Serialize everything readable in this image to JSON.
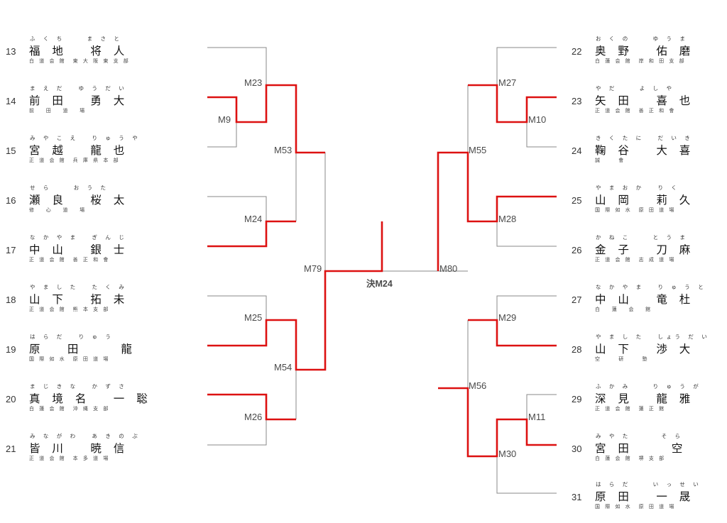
{
  "colors": {
    "win_line": "#dd1111",
    "base_line": "#888888",
    "text": "#222222"
  },
  "left_players": [
    {
      "seed": "13",
      "furigana": "ふ く ち　　 ま さ と",
      "name": "福 地　 将 人",
      "affiliation": "白 道 会 館　東 大 阪 東 支 部"
    },
    {
      "seed": "14",
      "furigana": "ま え だ　 ゆ う だ い",
      "name": "前 田　 勇 大",
      "affiliation": "前　 田　 道　 場"
    },
    {
      "seed": "15",
      "furigana": "み や こ え　 り ゅ う や",
      "name": "宮 越　 龍 也",
      "affiliation": "正 道 会 館　兵 庫 県 本 部"
    },
    {
      "seed": "16",
      "furigana": "せ ら　　 お う た",
      "name": "瀬 良　 桜 太",
      "affiliation": "修　 心　 道　 場"
    },
    {
      "seed": "17",
      "furigana": "な か や ま　 ぎ ん じ",
      "name": "中 山　 銀 士",
      "affiliation": "正 道 会 館　善 正 和 會"
    },
    {
      "seed": "18",
      "furigana": "や ま し た　 た く み",
      "name": "山 下　 拓 未",
      "affiliation": "正 道 会 館　熊 本 支 部"
    },
    {
      "seed": "19",
      "furigana": "は ら だ　 り ゅ う",
      "name": "原　 田　　 龍",
      "affiliation": "国 際 如 水　原 田 道 場"
    },
    {
      "seed": "20",
      "furigana": "ま じ き な　 か ず さ",
      "name": "真 境 名　 一 聡",
      "affiliation": "白 蓮 会 館　沖 縄 支 部"
    },
    {
      "seed": "21",
      "furigana": "み な が わ　 あ き の ぶ",
      "name": "皆 川　 暁 信",
      "affiliation": "正 道 会 館　本 多 道 場"
    }
  ],
  "right_players": [
    {
      "seed": "22",
      "furigana": "お く の　　 ゆ う ま",
      "name": "奥 野　 佑 磨",
      "affiliation": "白 蓮 会 館　岸 和 田 支 部"
    },
    {
      "seed": "23",
      "furigana": "や だ　　 よ し や",
      "name": "矢 田　 喜 也",
      "affiliation": "正 道 会 館　善 正 和 會"
    },
    {
      "seed": "24",
      "furigana": "き く た に　 だ い き",
      "name": "鞠 谷　 大 喜",
      "affiliation": "誠　　 會"
    },
    {
      "seed": "25",
      "furigana": "や ま お か　 り く",
      "name": "山 岡　 莉 久",
      "affiliation": "国 際 如 水　原 田 道 場"
    },
    {
      "seed": "26",
      "furigana": "か ね こ　　 と う ま",
      "name": "金 子　 刀 麻",
      "affiliation": "正 道 会 館　志 成 道 場"
    },
    {
      "seed": "27",
      "furigana": "な か や ま　 り ゅ う と",
      "name": "中 山　 竜 杜",
      "affiliation": "白　 蓮　 会　 館"
    },
    {
      "seed": "28",
      "furigana": "や ま し た　 しょう だ い",
      "name": "山 下　 渉 大",
      "affiliation": "空　　 研　　 塾"
    },
    {
      "seed": "29",
      "furigana": "ふ か み　　 り ゅ う が",
      "name": "深 見　 龍 雅",
      "affiliation": "正 道 会 館　蓮 正 館"
    },
    {
      "seed": "30",
      "furigana": "み や た　　　 そ ら",
      "name": "宮 田　　 空",
      "affiliation": "白 蓮 会 館　堺 支 部"
    },
    {
      "seed": "31",
      "furigana": "は ら だ　　 い っ せ い",
      "name": "原 田　 一 晟",
      "affiliation": "国 際 如 水　原 田 道 場"
    }
  ],
  "matches": {
    "m9": "M9",
    "m10": "M10",
    "m11": "M11",
    "m23": "M23",
    "m24": "M24",
    "m25": "M25",
    "m26": "M26",
    "m27": "M27",
    "m28": "M28",
    "m29": "M29",
    "m30": "M30",
    "m53": "M53",
    "m54": "M54",
    "m55": "M55",
    "m56": "M56",
    "m79": "M79",
    "m80": "M80",
    "final": "決M24"
  }
}
